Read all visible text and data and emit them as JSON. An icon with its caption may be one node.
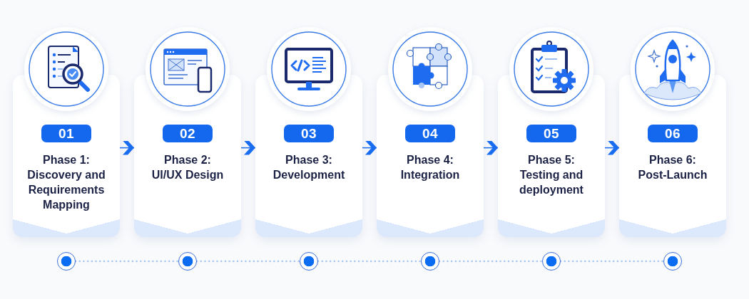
{
  "diagram": {
    "nodes": [
      {
        "text": [
          "Phase 1: Discovery and Requirements Mapping"
        ]
      },
      {
        "text": [
          "01"
        ],
        "in": 0
      },
      {
        "text": [
          "Phase 2: UI/UX Design"
        ]
      },
      {
        "text": [
          "02"
        ],
        "in": 2
      },
      {
        "text": [
          "Phase 3: Development"
        ]
      },
      {
        "text": [
          "03"
        ],
        "in": 4
      },
      {
        "text": [
          "Phase 4: Integration"
        ]
      },
      {
        "text": [
          "04"
        ],
        "in": 6
      },
      {
        "text": [
          "Phase 5: Testing and deployment"
        ]
      },
      {
        "text": [
          "05"
        ],
        "in": 8
      },
      {
        "text": [
          "Phase 6: Post-Launch"
        ]
      },
      {
        "text": [
          "06"
        ],
        "in": 10
      },
      {
        "text": [],
        "shape": "circle"
      },
      {
        "text": [],
        "shape": "circle"
      },
      {
        "text": [],
        "shape": "circle"
      },
      {
        "text": [],
        "shape": "circle"
      },
      {
        "text": [],
        "shape": "circle"
      },
      {
        "text": [],
        "shape": "circle"
      }
    ],
    "edges": [
      {
        "from": 0,
        "to": 2,
        "arrow": "to",
        "color": "#1a6ef2"
      },
      {
        "from": 2,
        "to": 4,
        "arrow": "to",
        "color": "#1a6ef2"
      },
      {
        "from": 4,
        "to": 6,
        "arrow": "to",
        "color": "#1a6ef2"
      },
      {
        "from": 6,
        "to": 8,
        "arrow": "to",
        "color": "#1a6ef2"
      },
      {
        "from": 8,
        "to": 10,
        "arrow": "to",
        "color": "#1a6ef2"
      },
      {
        "from": 12,
        "to": 13,
        "arrow": "none",
        "style": "dashed",
        "color": "#a8c5ee"
      },
      {
        "from": 13,
        "to": 14,
        "arrow": "none",
        "style": "dashed",
        "color": "#a8c5ee"
      },
      {
        "from": 14,
        "to": 15,
        "arrow": "none",
        "style": "dashed",
        "color": "#a8c5ee"
      },
      {
        "from": 15,
        "to": 16,
        "arrow": "none",
        "style": "dashed",
        "color": "#a8c5ee"
      },
      {
        "from": 16,
        "to": 17,
        "arrow": "none",
        "style": "dashed",
        "color": "#a8c5ee"
      }
    ]
  }
}
